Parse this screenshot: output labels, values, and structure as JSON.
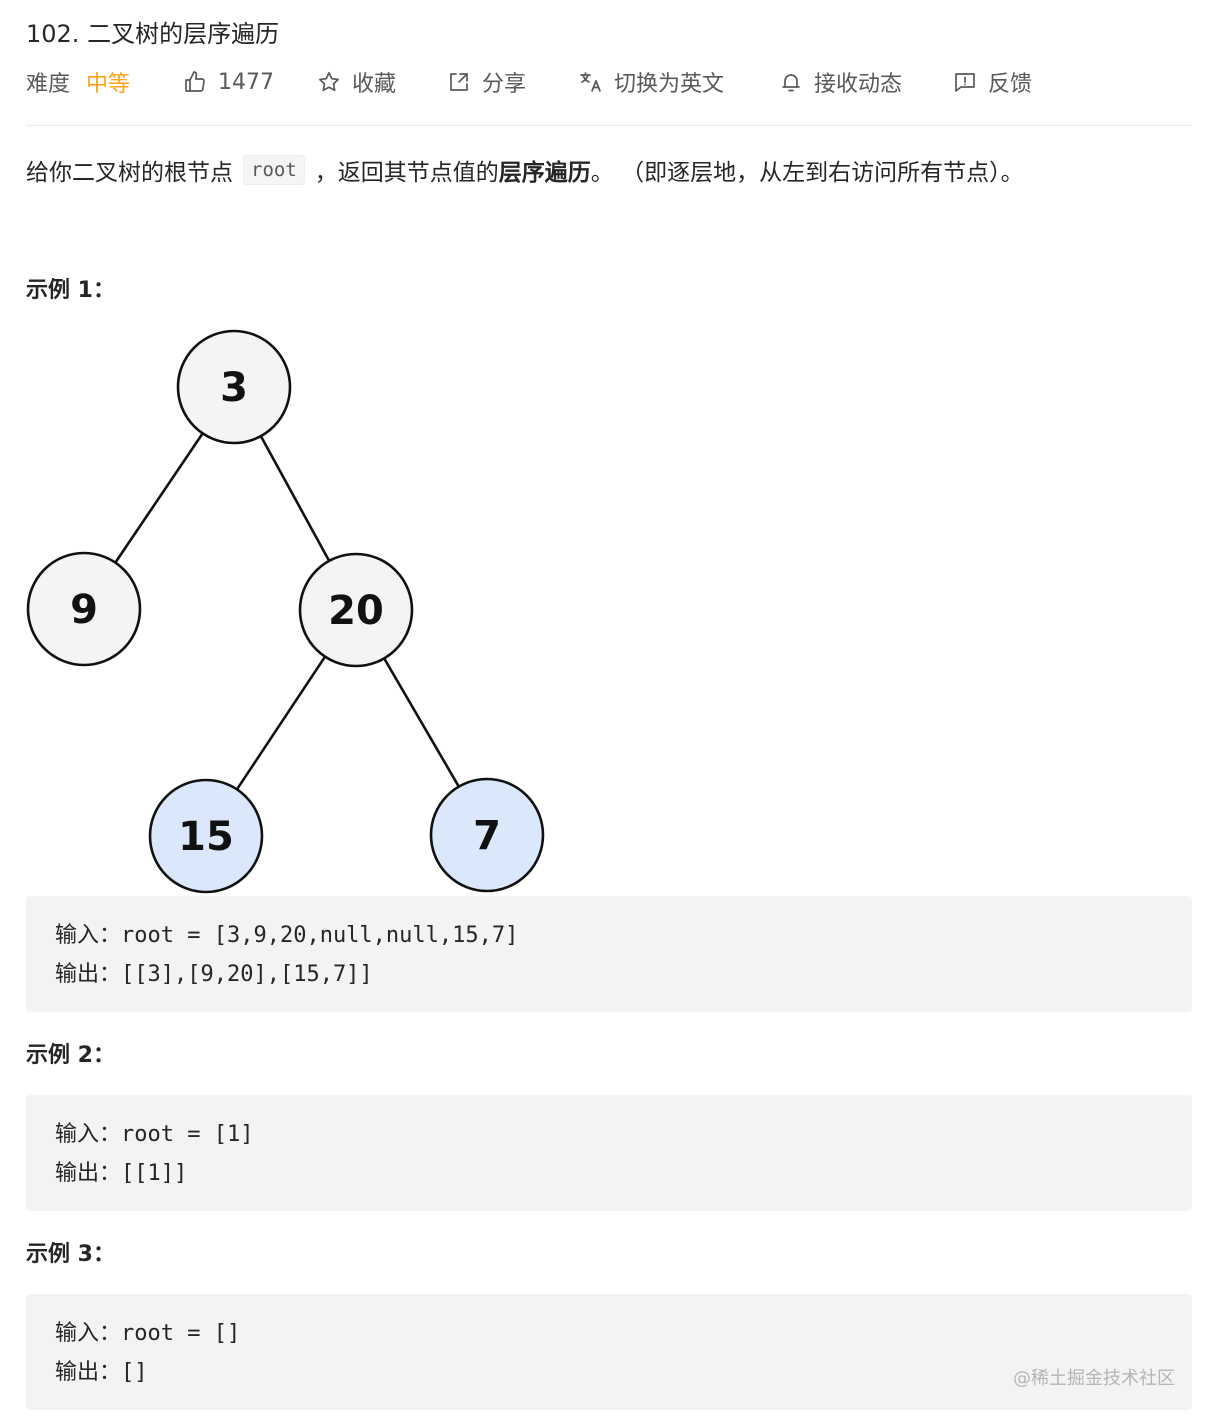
{
  "problem": {
    "title": "102. 二叉树的层序遍历"
  },
  "meta": {
    "difficulty_label": "难度",
    "difficulty_value": "中等",
    "likes": "1477",
    "favorite": "收藏",
    "share": "分享",
    "translate": "切换为英文",
    "subscribe": "接收动态",
    "feedback": "反馈"
  },
  "description": {
    "part1": "给你二叉树的根节点",
    "code": "root",
    "part2": "，返回其节点值的",
    "bold": "层序遍历",
    "part3": "。 （即逐层地，从左到右访问所有节点）。"
  },
  "tree": {
    "nodes": [
      {
        "label": "3",
        "highlight": false
      },
      {
        "label": "9",
        "highlight": false
      },
      {
        "label": "20",
        "highlight": false
      },
      {
        "label": "15",
        "highlight": true
      },
      {
        "label": "7",
        "highlight": true
      }
    ],
    "colors": {
      "normal_fill": "#f4f4f4",
      "highlight_fill": "#dbe8fb",
      "stroke": "#111111"
    }
  },
  "examples": [
    {
      "title": "示例 1：",
      "input_label": "输入：",
      "input": "root = [3,9,20,null,null,15,7]",
      "output_label": "输出：",
      "output": "[[3],[9,20],[15,7]]"
    },
    {
      "title": "示例 2：",
      "input_label": "输入：",
      "input": "root = [1]",
      "output_label": "输出：",
      "output": "[[1]]"
    },
    {
      "title": "示例 3：",
      "input_label": "输入：",
      "input": "root = []",
      "output_label": "输出：",
      "output": "[]"
    }
  ],
  "watermark": "@稀土掘金技术社区",
  "colors": {
    "accent": "#ffa116",
    "text": "#262626",
    "muted": "#595959",
    "code_bg": "#f3f3f3"
  }
}
